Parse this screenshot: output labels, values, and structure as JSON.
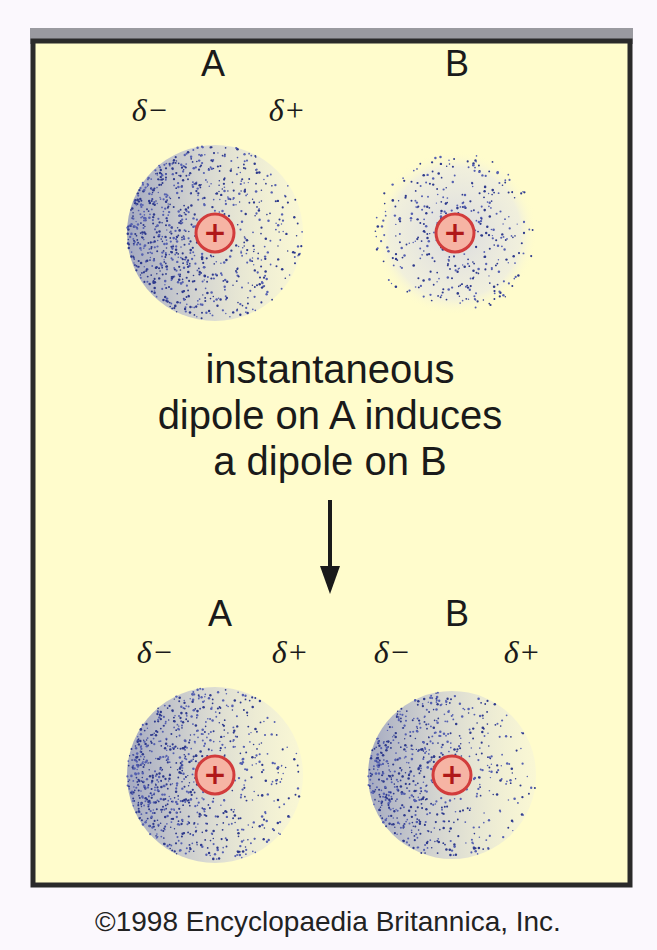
{
  "diagram": {
    "labels": [
      "A",
      "δ−",
      "δ+",
      "+",
      "B",
      "+",
      "instantaneous dipole on A induces a dipole on B",
      "A",
      "δ−",
      "δ+",
      "+",
      "B",
      "δ−",
      "δ+",
      "+",
      "©1998 Encyclopaedia Britannica, Inc."
    ]
  }
}
